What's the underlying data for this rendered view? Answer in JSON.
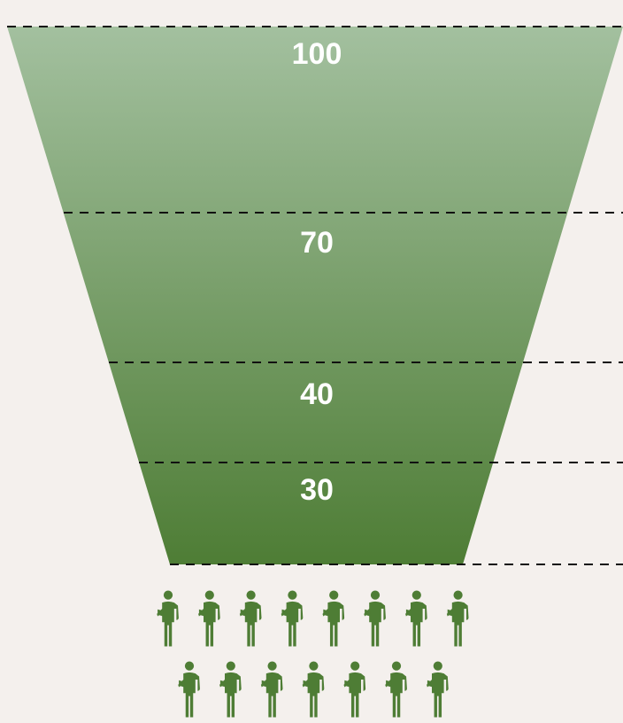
{
  "chart_data": {
    "type": "funnel",
    "values": [
      100,
      70,
      40,
      30
    ],
    "value_labels": [
      "100",
      "70",
      "40",
      "30"
    ],
    "people_icon_rows": [
      8,
      7
    ],
    "colors": {
      "funnel_top": "#a3c09f",
      "funnel_bottom": "#4e7d35",
      "divider": "#111111",
      "label": "#ffffff",
      "icon": "#4e7d35",
      "background": "#f4f0ed"
    },
    "icon_name": "person-icon"
  }
}
